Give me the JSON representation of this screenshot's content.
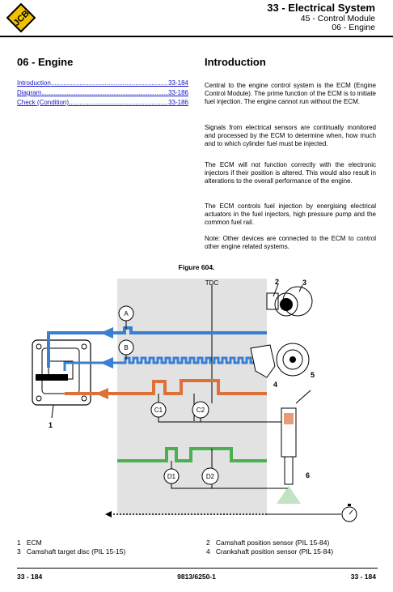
{
  "header": {
    "logo_text": "JCB",
    "section": "33 - Electrical System",
    "subsection": "45 - Control Module",
    "topic": "06 - Engine"
  },
  "left": {
    "title": "06 - Engine",
    "toc": [
      {
        "label": "Introduction",
        "page": "33-184"
      },
      {
        "label": "Diagram",
        "page": "33-186"
      },
      {
        "label": "Check (Condition)",
        "page": "33-186"
      }
    ]
  },
  "intro": {
    "title": "Introduction",
    "paragraphs": [
      "Central to the engine control system is the ECM (Engine Control Module). The prime function of the ECM is to initiate fuel injection. The engine cannot run without the ECM.",
      "Signals from electrical sensors are continually monitored and processed by the ECM to determine when, how much and to which cylinder fuel must be injected.",
      "The ECM will not function correctly with the electronic injectors if their position is altered. This would also result in alterations to the overall performance of the engine.",
      "The ECM controls fuel injection by energising electrical actuators in the fuel injectors, high pressure pump and the common fuel rail.",
      "Note: Other devices are connected to the ECM to control other engine related systems."
    ]
  },
  "figure": {
    "title": "Figure 604.",
    "labels": {
      "tdc": "TDC",
      "a": "A",
      "b": "B",
      "c1": "C1",
      "c2": "C2",
      "d1": "D1",
      "d2": "D2",
      "n1": "1",
      "n2": "2",
      "n3": "3",
      "n4": "4",
      "n5": "5",
      "n6": "6"
    },
    "colors": {
      "signal_a": "#3a7fd0",
      "signal_b": "#3a7fd0",
      "signal_c": "#e0703a",
      "signal_d": "#4caf50",
      "panel": "#e0e0e0"
    }
  },
  "captions": {
    "c1_num": "1",
    "c1_text": "ECM",
    "c2_num": "2",
    "c2_text": "Camshaft position sensor (PIL 15-84)",
    "c3_num": "3",
    "c3_text": "Camshaft target disc (PIL 15-15)",
    "c4_num": "4",
    "c4_text": "Crankshaft position sensor (PIL 15-84)"
  },
  "footer": {
    "left": "33 - 184",
    "center": "9813/6250-1",
    "right": "33 - 184"
  }
}
